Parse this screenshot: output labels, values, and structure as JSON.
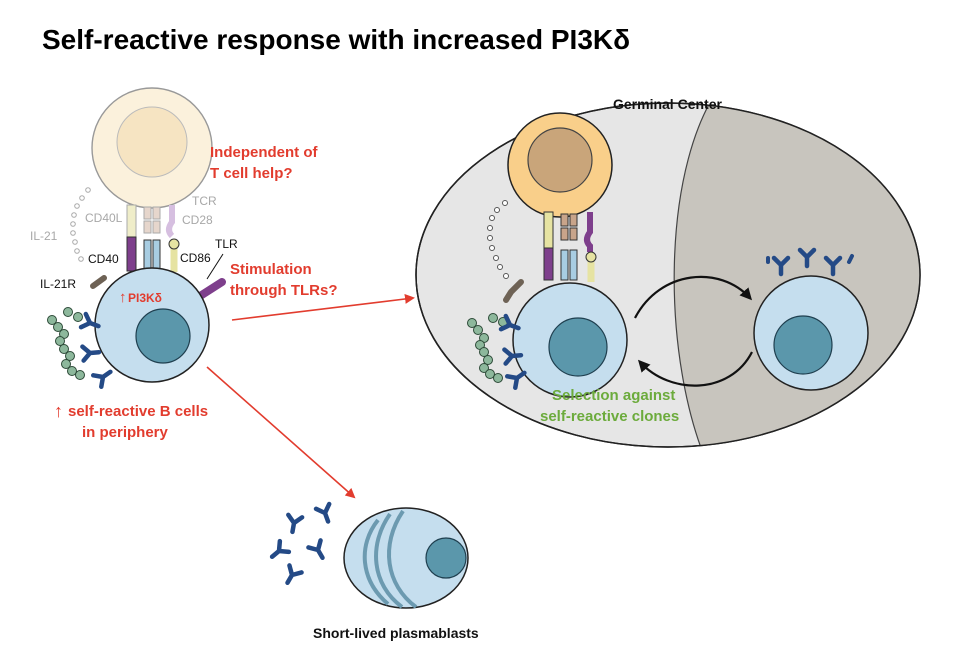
{
  "title": "Self-reactive response with increased PI3Kδ",
  "labels": {
    "tcr": "TCR",
    "cd40l": "CD40L",
    "cd28": "CD28",
    "il21": "IL-21",
    "tlr": "TLR",
    "cd40": "CD40",
    "cd86": "CD86",
    "il21r": "IL-21R",
    "pi3k": "PI3Kδ",
    "germinal_center": "Germinal Center",
    "plasmablasts": "Short-lived plasmablasts"
  },
  "annotations": {
    "t_cell_help_line1": "Independent of",
    "t_cell_help_line2": "T cell help?",
    "tlr_line1": "Stimulation",
    "tlr_line2": "through TLRs?",
    "periphery_line1": "self-reactive B cells",
    "periphery_line2": "in periphery",
    "selection_line1": "Selection against",
    "selection_line2": "self-reactive clones"
  },
  "colors": {
    "accent_red": "#e23c2e",
    "accent_green": "#6cab3c",
    "b_cell": "#c5deee",
    "nucleus": "#5b97ab",
    "t_cell_left": "#fbf1dc",
    "t_cell_gc": "#f9cf8a",
    "antibody": "#244a86",
    "gc_dark_zone": "#c8c5be",
    "gc_light_zone": "#e6e6e6"
  }
}
